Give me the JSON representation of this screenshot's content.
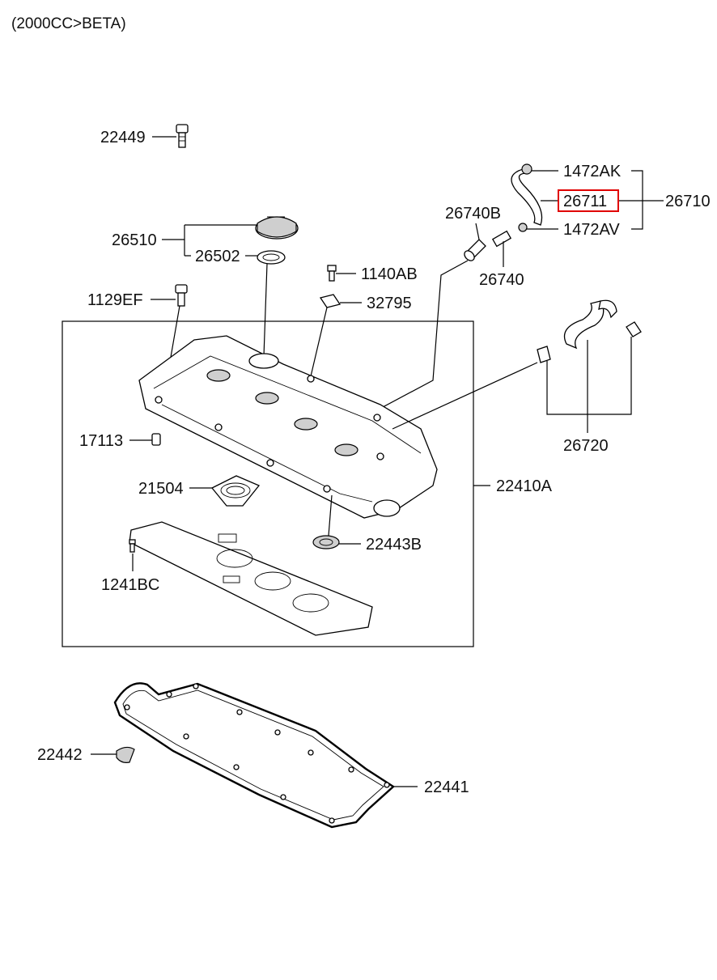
{
  "header": {
    "title": "(2000CC>BETA)"
  },
  "highlight_color": "#e00000",
  "parts": {
    "p22449": "22449",
    "p1472AK": "1472AK",
    "p26711": "26711",
    "p26710": "26710",
    "p26740B": "26740B",
    "p1472AV": "1472AV",
    "p26510": "26510",
    "p26502": "26502",
    "p26740": "26740",
    "p1140AB": "1140AB",
    "p1129EF": "1129EF",
    "p32795": "32795",
    "p17113": "17113",
    "p26720": "26720",
    "p21504": "21504",
    "p22410A": "22410A",
    "p22443B": "22443B",
    "p1241BC": "1241BC",
    "p22442": "22442",
    "p22441": "22441"
  }
}
